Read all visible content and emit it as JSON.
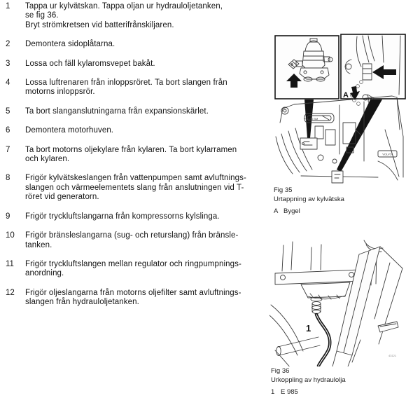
{
  "steps": [
    {
      "num": "1",
      "text": "Tappa ur kylvätskan. Tappa oljan ur hydrauloljetanken,\nse fig 36.\nBryt strömkretsen vid batterifrånskiljaren."
    },
    {
      "num": "2",
      "text": "Demontera sidoplåtarna."
    },
    {
      "num": "3",
      "text": "Lossa och fäll kylaromsvepet bakåt."
    },
    {
      "num": "4",
      "text": "Lossa luftrenaren från inloppsröret. Ta bort slangen från\nmotorns inloppsrör."
    },
    {
      "num": "5",
      "text": "Ta bort slanganslutningarna från expansionskärlet."
    },
    {
      "num": "6",
      "text": "Demontera motorhuven."
    },
    {
      "num": "7",
      "text": "Ta bort motorns oljekylare från kylaren. Ta bort kylarramen\noch kylaren."
    },
    {
      "num": "8",
      "text": "Frigör kylvätskeslangen från vattenpumpen samt avluftnings-\nslangen och värmeelementets slang från anslutningen vid T-\nröret vid generatorn."
    },
    {
      "num": "9",
      "text": "Frigör tryckluftslangarna från kompressorns kylslinga."
    },
    {
      "num": "10",
      "text": "Frigör bränsleslangarna (sug- och returslang) från bränsle-\ntanken."
    },
    {
      "num": "11",
      "text": "Frigör tryckluftslangen mellan regulator och ringpumpnings-\nanordning."
    },
    {
      "num": "12",
      "text": "Frigör oljeslangarna från motorns oljefilter samt avluftnings-\nslangen från hydrauloljetanken."
    }
  ],
  "figures": {
    "fig35": {
      "label": "Fig 35",
      "caption": "Urtappning av kylvätska",
      "legend_key": "A",
      "legend_value": "Bygel",
      "inset_label": "A",
      "machine_badge": "VOLVO BM",
      "side_badge": "VOLVO"
    },
    "fig36": {
      "label": "Fig 36",
      "caption": "Urkoppling av hydraulolja",
      "legend_key": "1",
      "legend_value": "E 985",
      "part_label": "1",
      "drawing_no": "43121"
    }
  }
}
